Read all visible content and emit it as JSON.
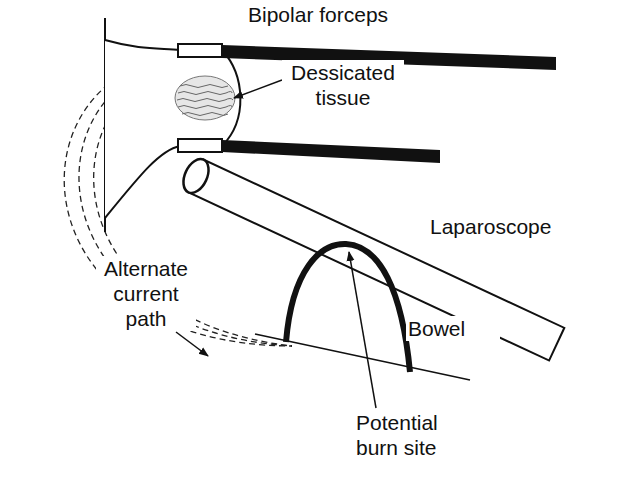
{
  "diagram": {
    "labels": [
      "Bipolar forceps",
      "Dessicated tissue",
      "Laparoscope",
      "Bowel",
      "Alternate current path",
      "Potential burn site"
    ]
  }
}
